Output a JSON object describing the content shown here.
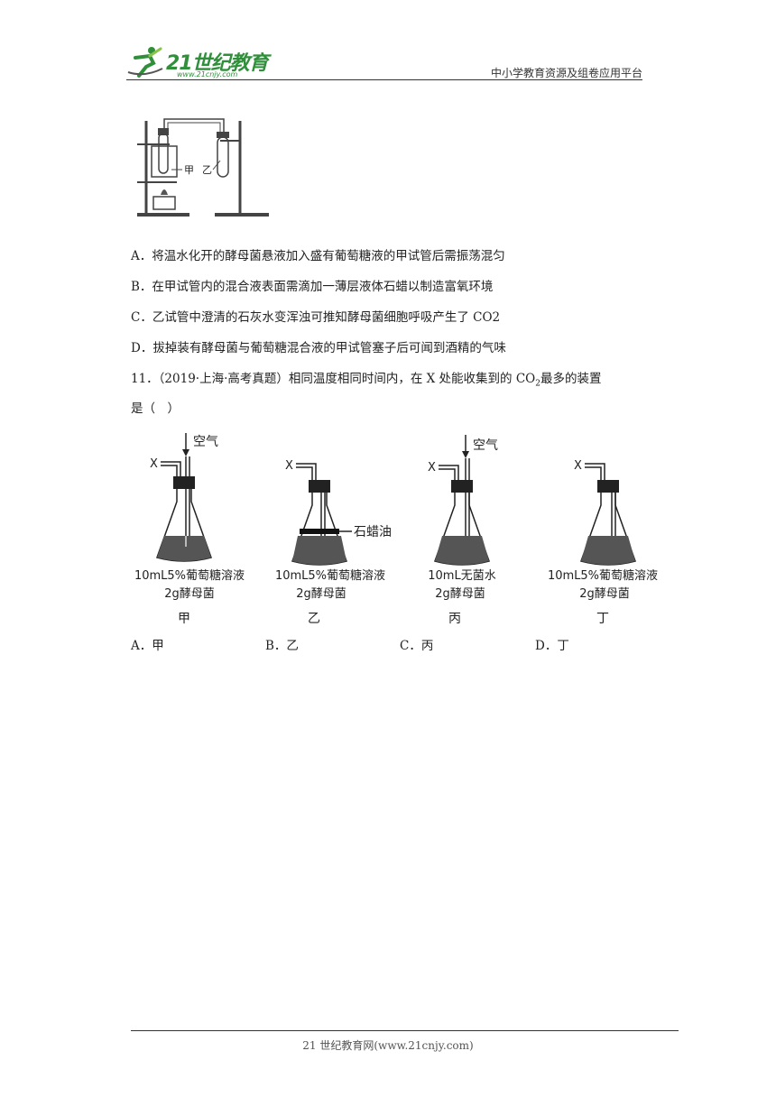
{
  "header": {
    "logo_text": "21世纪教育",
    "logo_url": "www.21cnjy.com",
    "platform": "中小学教育资源及组卷应用平台"
  },
  "figure1": {
    "label_jia": "甲",
    "label_yi": "乙"
  },
  "q10_options": [
    {
      "letter": "A．",
      "text": "将温水化开的酵母菌悬液加入盛有葡萄糖液的甲试管后需振荡混匀"
    },
    {
      "letter": "B．",
      "text": "在甲试管内的混合液表面需滴加一薄层液体石蜡以制造富氧环境"
    },
    {
      "letter": "C．",
      "text": "乙试管中澄清的石灰水变浑浊可推知酵母菌细胞呼吸产生了 CO2"
    },
    {
      "letter": "D．",
      "text": "拔掉装有酵母菌与葡萄糖混合液的甲试管塞子后可闻到酒精的气味"
    }
  ],
  "q11": {
    "line1_prefix": "11．（2019·上海·高考真题）相同温度相同时间内，在 X 处能收集到的 CO",
    "line1_sub": "2",
    "line1_suffix": "最多的装置",
    "line2": "是（　）"
  },
  "apparatus": {
    "air_label": "空气",
    "x_label": "X",
    "paraffin_label": "石蜡油",
    "flasks": [
      {
        "line1": "10mL5%葡萄糖溶液",
        "line2": "2g酵母菌",
        "name": "甲"
      },
      {
        "line1": "10mL5%葡萄糖溶液",
        "line2": "2g酵母菌",
        "name": "乙"
      },
      {
        "line1": "10mL无菌水",
        "line2": "2g酵母菌",
        "name": "丙"
      },
      {
        "line1": "10mL5%葡萄糖溶液",
        "line2": "2g酵母菌",
        "name": "丁"
      }
    ]
  },
  "q11_answers": [
    {
      "letter": "A．",
      "text": "甲"
    },
    {
      "letter": "B．",
      "text": "乙"
    },
    {
      "letter": "C．",
      "text": "丙"
    },
    {
      "letter": "D．",
      "text": "丁"
    }
  ],
  "footer": {
    "text": "21 世纪教育网(www.21cnjy.com)"
  }
}
